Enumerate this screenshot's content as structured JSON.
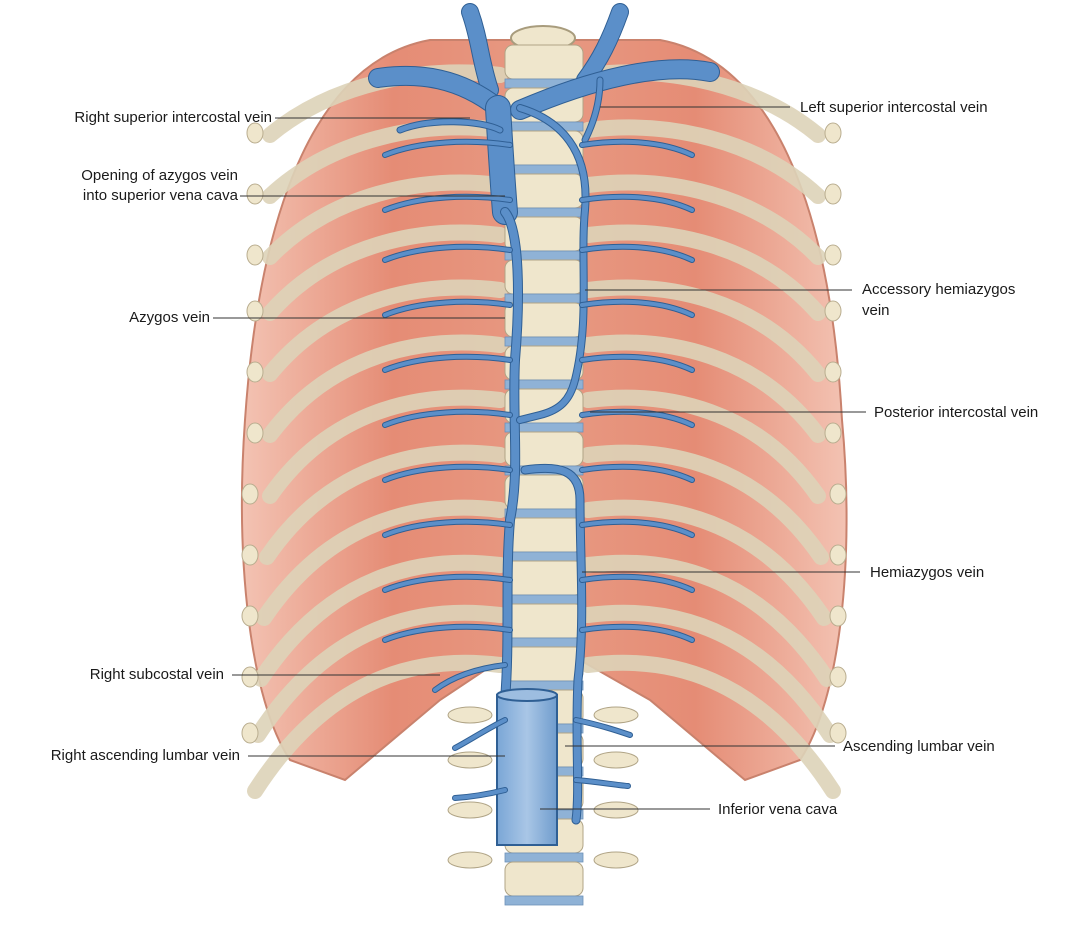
{
  "labels": {
    "right_superior_intercostal_vein": "Right superior intercostal vein",
    "opening_azygos_line1": "Opening of azygos vein",
    "opening_azygos_line2": "into superior vena cava",
    "azygos_vein": "Azygos vein",
    "right_subcostal_vein": "Right subcostal vein",
    "right_ascending_lumbar_vein": "Right ascending lumbar vein",
    "left_superior_intercostal_vein": "Left superior intercostal vein",
    "accessory_hemiazygos_line1": "Accessory hemiazygos",
    "accessory_hemiazygos_line2": "vein",
    "posterior_intercostal_vein": "Posterior intercostal vein",
    "hemiazygos_vein": "Hemiazygos vein",
    "ascending_lumbar_vein": "Ascending lumbar vein",
    "inferior_vena_cava": "Inferior vena cava"
  },
  "colors": {
    "vein": "#5b8fc9",
    "vein_dark": "#2f5f94",
    "muscle": "#e8907a",
    "muscle_light": "#f2b3a0",
    "rib": "#ddd3b8",
    "bone": "#efe6cc",
    "leader": "#333333"
  }
}
